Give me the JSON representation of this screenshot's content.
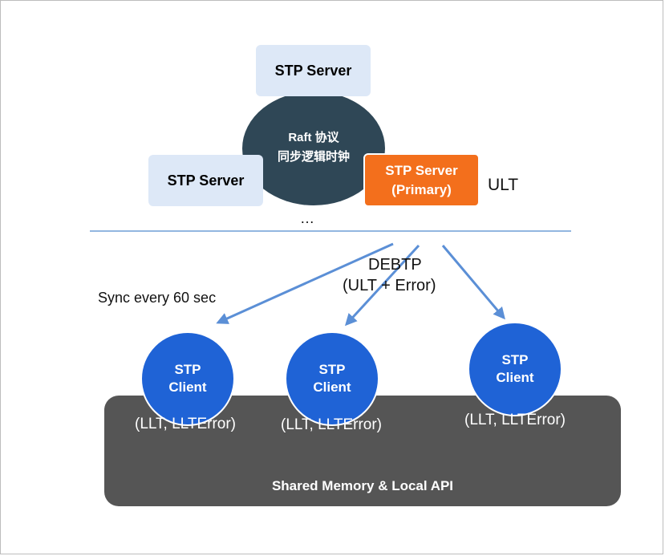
{
  "servers": {
    "top_label": "STP Server",
    "left_label": "STP Server",
    "primary_line1": "STP Server",
    "primary_line2": "(Primary)",
    "ult_label": "ULT",
    "ellipsis": "…"
  },
  "raft": {
    "line1": "Raft 协议",
    "line2": "同步逻辑时钟"
  },
  "protocol": {
    "name": "DEBTP",
    "payload": "(ULT + Error)",
    "sync_note": "Sync every 60 sec"
  },
  "clients": [
    {
      "line1": "STP",
      "line2": "Client",
      "state": "(LLT, LLTError)"
    },
    {
      "line1": "STP",
      "line2": "Client",
      "state": "(LLT, LLTError)"
    },
    {
      "line1": "STP",
      "line2": "Client",
      "state": "(LLT, LLTError)"
    }
  ],
  "shared": {
    "label": "Shared Memory & Local API"
  },
  "colors": {
    "server_box": "#dde8f7",
    "primary": "#f36f1c",
    "raft": "#2f4756",
    "client": "#1f63d6",
    "shared": "#555555",
    "arrow": "#5b8fd6"
  }
}
